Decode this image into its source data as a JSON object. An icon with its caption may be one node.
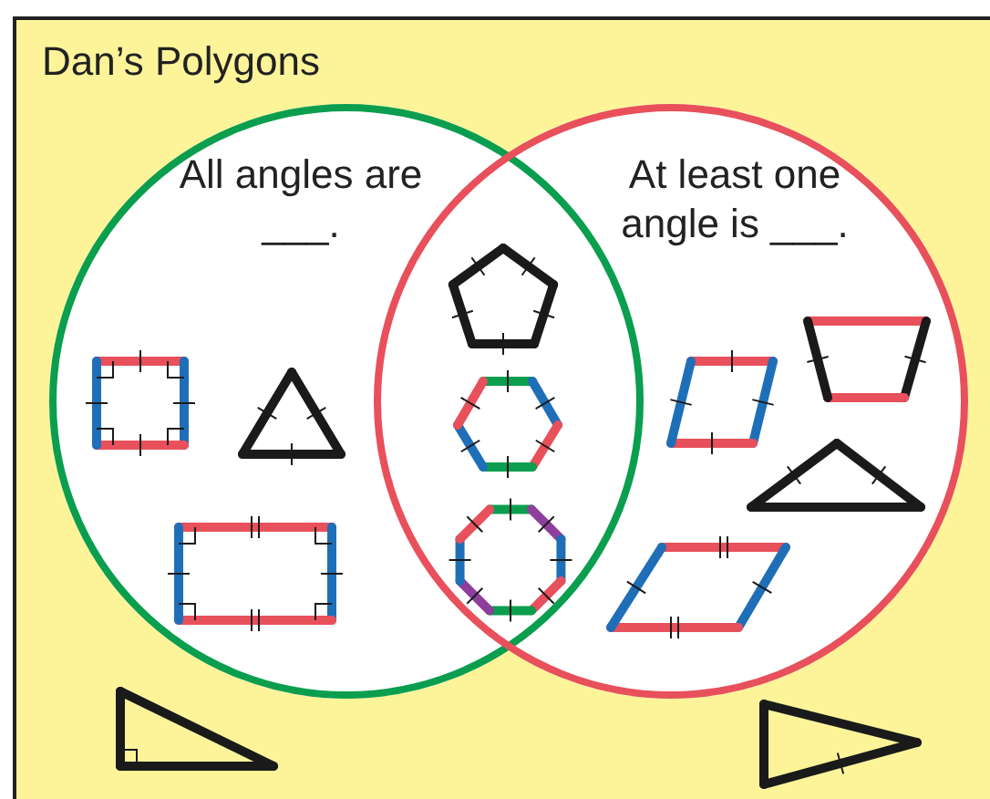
{
  "diagram": {
    "title": "Dan’s Polygons",
    "nodes": [
      {
        "text": [
          "All angles are ___."
        ]
      },
      {
        "text": [
          "At least one angle is ___."
        ]
      }
    ]
  }
}
